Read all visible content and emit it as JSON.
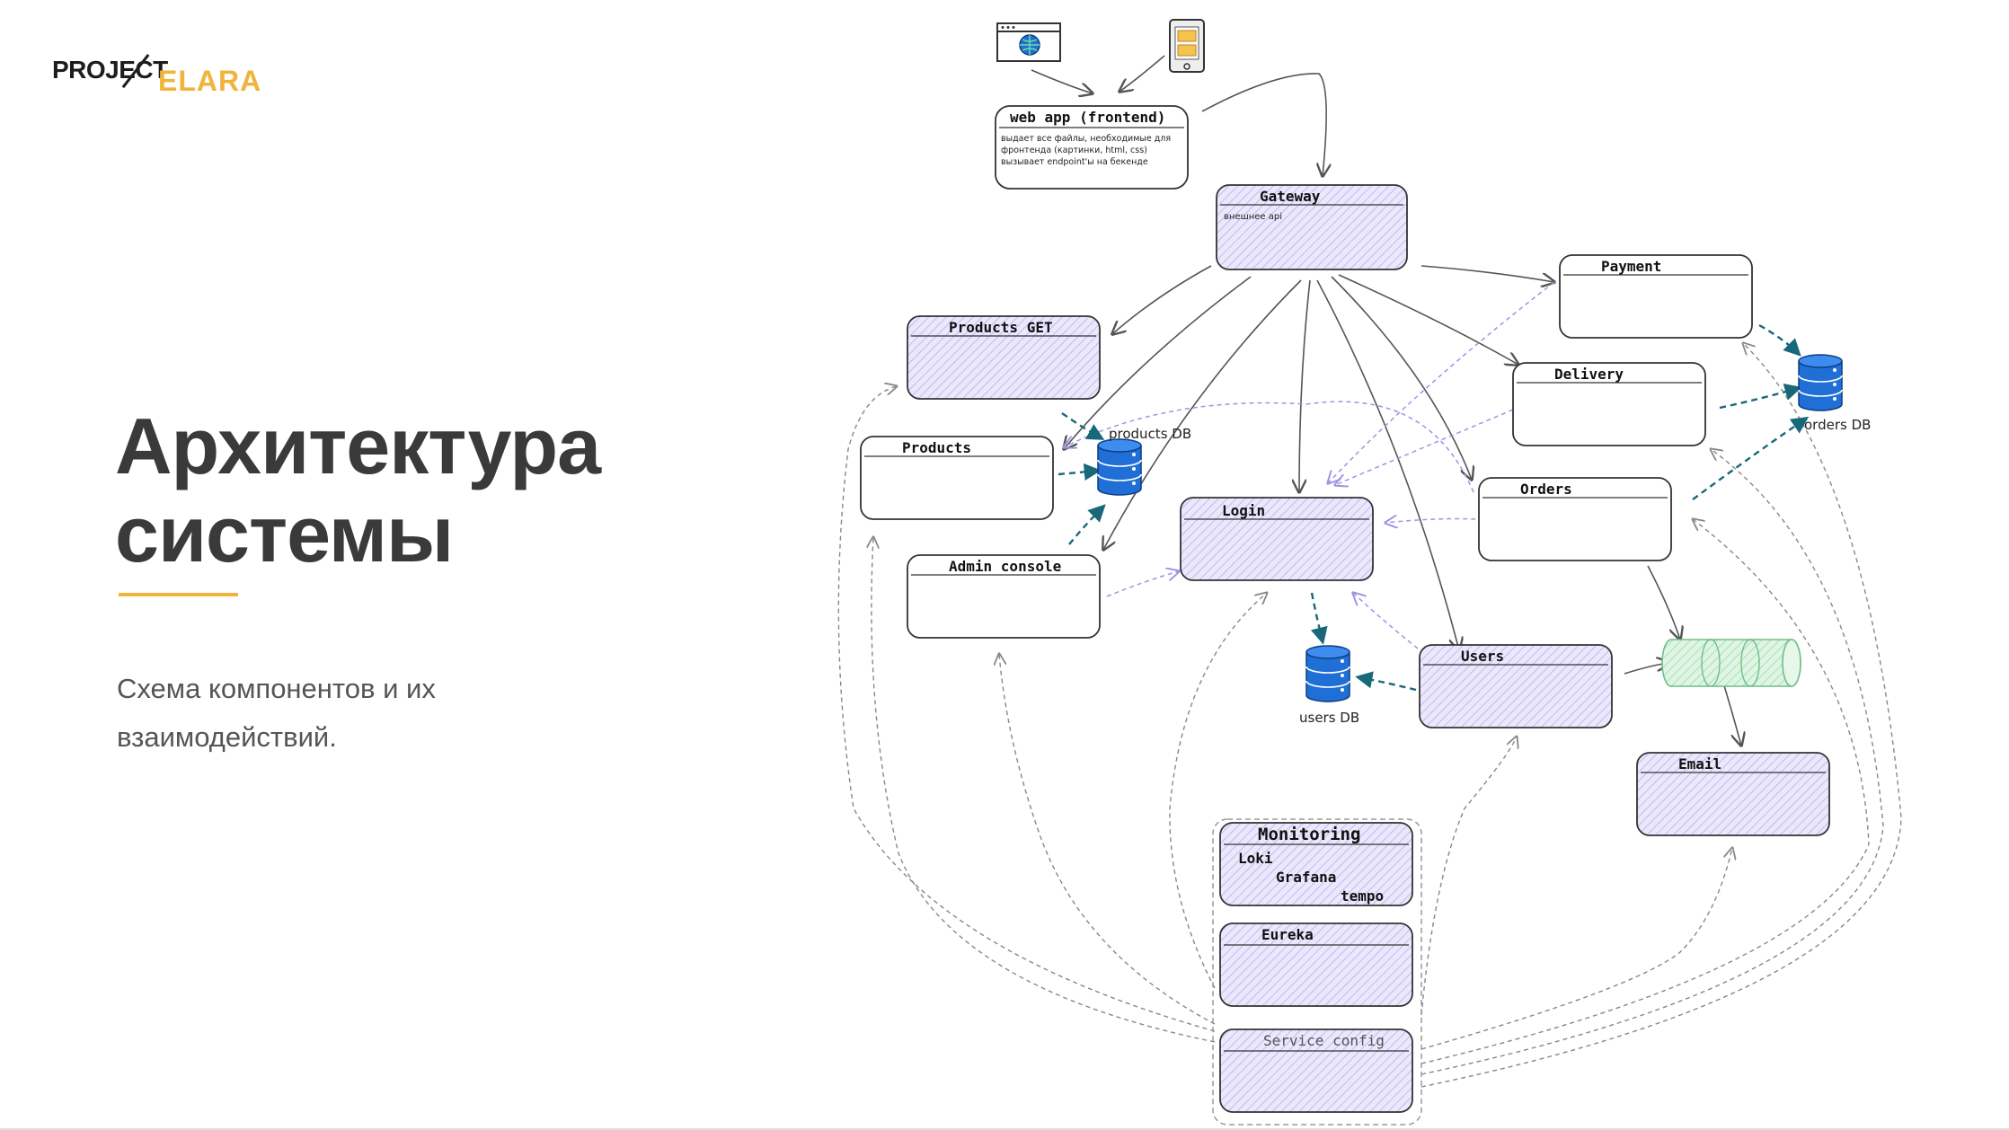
{
  "logo": {
    "part1": "PROJECT",
    "part2": "ELARA"
  },
  "heading": {
    "line1": "Архитектура",
    "line2": "системы"
  },
  "subtitle": {
    "line1": "Схема компонентов и их",
    "line2": "взаимодействий."
  },
  "nodes": {
    "webapp": {
      "title": "web app (frontend)",
      "note1": "выдает все файлы, необходимые для",
      "note2": "фронтенда (картинки, html, css)",
      "note3": "вызывает endpoint'ы на бекенде"
    },
    "gateway": {
      "title": "Gateway",
      "note": "внешнее api"
    },
    "payment": {
      "title": "Payment"
    },
    "products_get": {
      "title": "Products GET"
    },
    "delivery": {
      "title": "Delivery"
    },
    "products": {
      "title": "Products"
    },
    "login": {
      "title": "Login"
    },
    "orders": {
      "title": "Orders"
    },
    "admin": {
      "title": "Admin console"
    },
    "users": {
      "title": "Users"
    },
    "email": {
      "title": "Email"
    },
    "monitoring": {
      "title": "Monitoring",
      "items": [
        "Loki",
        "Grafana",
        "tempo"
      ]
    },
    "eureka": {
      "title": "Eureka"
    },
    "config": {
      "title": "Service config"
    }
  },
  "databases": {
    "products": "products DB",
    "orders": "orders DB",
    "users": "users DB"
  },
  "colors": {
    "accent": "#f0b43c",
    "service_fill": "#ece8fb",
    "hatch": "#b6aef0",
    "db": "#1f6fd6",
    "queue": "#c8edd2",
    "db_arrow": "#19687a"
  }
}
